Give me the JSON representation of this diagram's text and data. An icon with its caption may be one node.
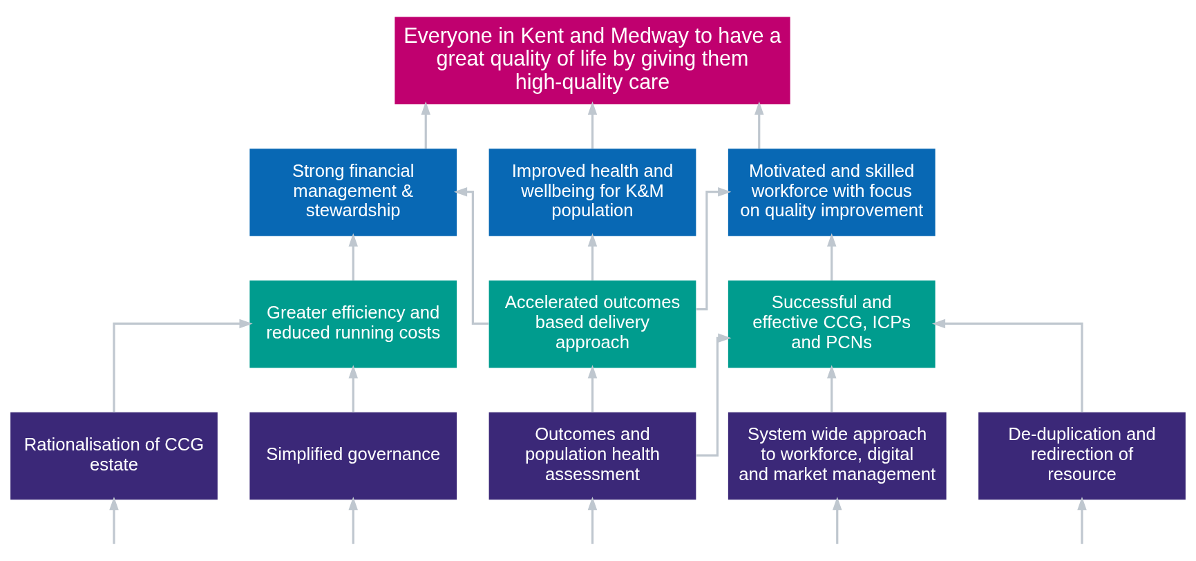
{
  "diagram": {
    "nodes": [
      {
        "text": [
          "Everyone in Kent and Medway to have a great quality of life by giving them high-quality care"
        ]
      },
      {
        "text": [
          "Strong financial management & stewardship"
        ]
      },
      {
        "text": [
          "Improved health and wellbeing for K&M population"
        ]
      },
      {
        "text": [
          "Motivated and skilled workforce with focus on quality improvement"
        ]
      },
      {
        "text": [
          "Greater efficiency and reduced running costs"
        ]
      },
      {
        "text": [
          "Accelerated outcomes based delivery approach"
        ]
      },
      {
        "text": [
          "Successful and effective CCG, ICPs and PCNs"
        ]
      },
      {
        "text": [
          "Rationalisation of CCG estate"
        ]
      },
      {
        "text": [
          "Simplified governance"
        ]
      },
      {
        "text": [
          "Outcomes and population health assessment"
        ]
      },
      {
        "text": [
          "System wide approach to workforce, digital and market management"
        ]
      },
      {
        "text": [
          "De-duplication and redirection of resource"
        ]
      }
    ],
    "edges": [
      {
        "from": 1,
        "to": 0,
        "arrow": "to"
      },
      {
        "from": 2,
        "to": 0,
        "arrow": "to"
      },
      {
        "from": 3,
        "to": 0,
        "arrow": "to"
      },
      {
        "from": 4,
        "to": 1,
        "arrow": "to"
      },
      {
        "from": 5,
        "to": 1,
        "arrow": "to"
      },
      {
        "from": 5,
        "to": 2,
        "arrow": "to"
      },
      {
        "from": 5,
        "to": 3,
        "arrow": "to"
      },
      {
        "from": 6,
        "to": 3,
        "arrow": "to"
      },
      {
        "from": 7,
        "to": 4,
        "arrow": "to"
      },
      {
        "from": 8,
        "to": 4,
        "arrow": "to"
      },
      {
        "from": 9,
        "to": 5,
        "arrow": "to"
      },
      {
        "from": 9,
        "to": 6,
        "arrow": "to"
      },
      {
        "from": 10,
        "to": 6,
        "arrow": "to"
      },
      {
        "from": 11,
        "to": 6,
        "arrow": "to"
      },
      {
        "from": null,
        "to": 7,
        "arrow": "to"
      },
      {
        "from": null,
        "to": 8,
        "arrow": "to"
      },
      {
        "from": null,
        "to": 9,
        "arrow": "to"
      },
      {
        "from": null,
        "to": 10,
        "arrow": "to"
      },
      {
        "from": null,
        "to": 11,
        "arrow": "to"
      }
    ]
  }
}
